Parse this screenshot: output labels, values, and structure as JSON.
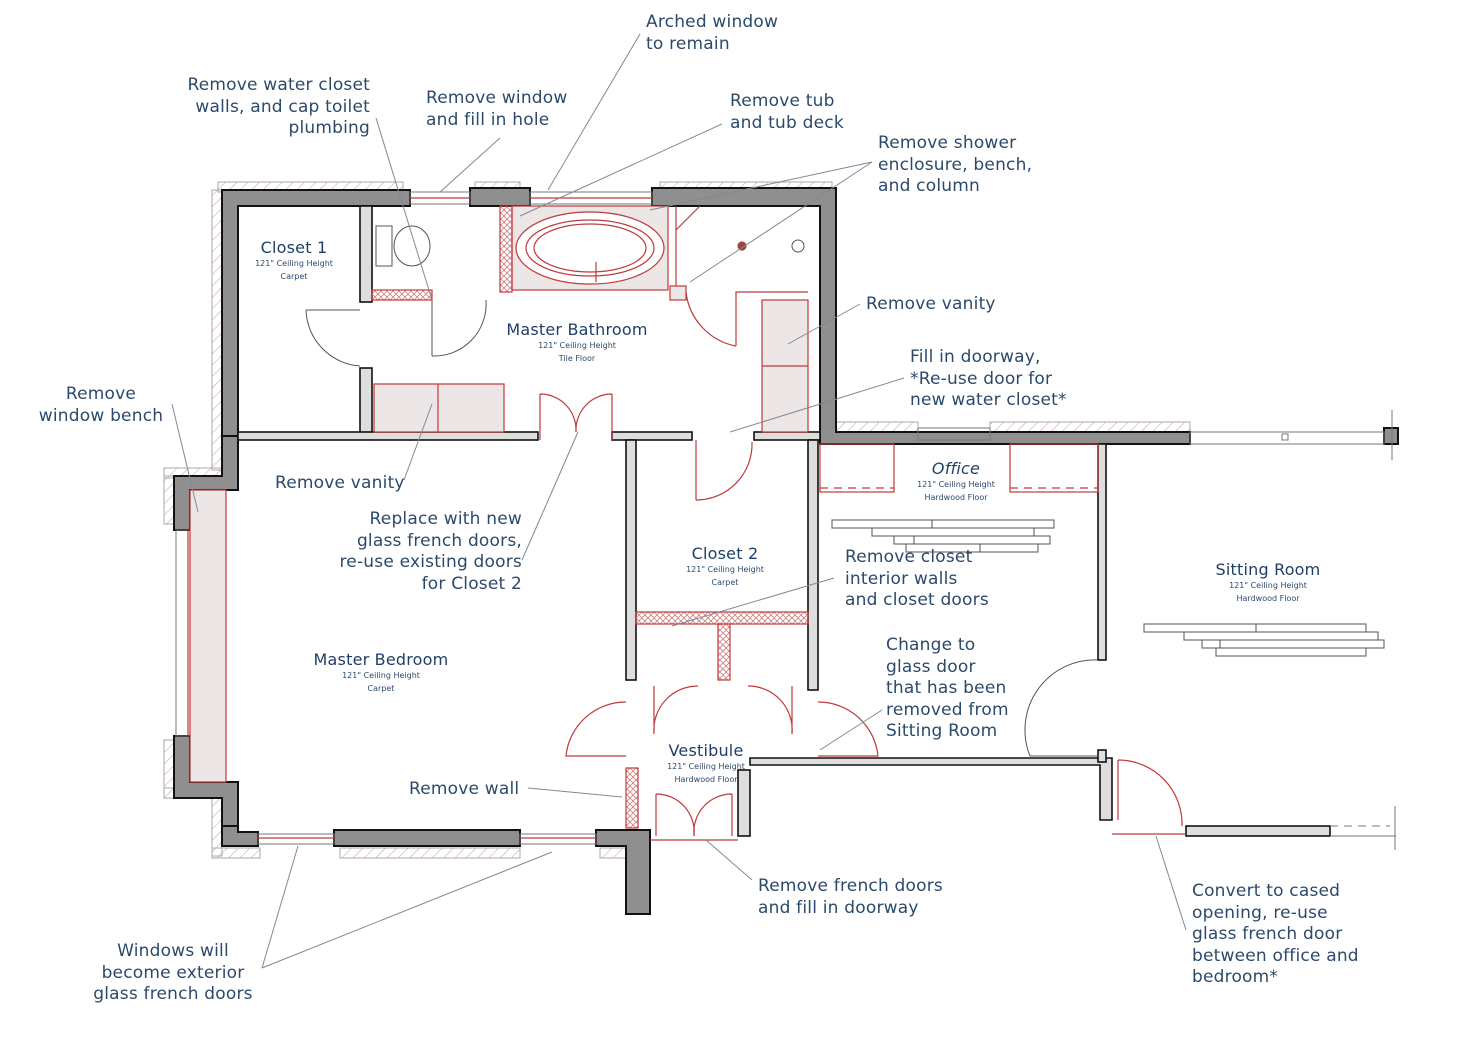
{
  "colors": {
    "text": "#2b4a6b",
    "wall_fill": "#8f8f8f",
    "interior_wall_fill": "#d9d9d9",
    "demo_red": "#c0393b",
    "demo_fill": "#ece6e6",
    "leader": "#7f8a96"
  },
  "rooms": [
    {
      "id": "closet-1",
      "name": "Closet 1",
      "ceiling": "121\" Ceiling Height",
      "floor": "Carpet"
    },
    {
      "id": "master-bathroom",
      "name": "Master Bathroom",
      "ceiling": "121\" Ceiling Height",
      "floor": "Tile Floor"
    },
    {
      "id": "master-bedroom",
      "name": "Master Bedroom",
      "ceiling": "121\" Ceiling Height",
      "floor": "Carpet"
    },
    {
      "id": "closet-2",
      "name": "Closet 2",
      "ceiling": "121\" Ceiling Height",
      "floor": "Carpet"
    },
    {
      "id": "office",
      "name": "Office",
      "ceiling": "121\" Ceiling Height",
      "floor": "Hardwood Floor"
    },
    {
      "id": "sitting-room",
      "name": "Sitting Room",
      "ceiling": "121\" Ceiling Height",
      "floor": "Hardwood Floor"
    },
    {
      "id": "vestibule",
      "name": "Vestibule",
      "ceiling": "121\" Ceiling Height",
      "floor": "Hardwood Floor"
    }
  ],
  "notes": {
    "arched_window": "Arched window\nto remain",
    "remove_wc_walls": "Remove water closet\nwalls, and cap toilet\nplumbing",
    "remove_window_fill": "Remove window\nand fill in hole",
    "remove_tub": "Remove tub\nand tub deck",
    "remove_shower": "Remove shower\nenclosure, bench,\nand column",
    "remove_vanity_bath": "Remove vanity",
    "fill_doorway": "Fill in doorway,\n*Re-use door for\nnew water closet*",
    "remove_window_bench": "Remove\nwindow bench",
    "remove_vanity_bed": "Remove vanity",
    "replace_french_doors": "Replace with new\nglass french doors,\nre-use existing doors\nfor Closet 2",
    "remove_closet_walls": "Remove closet\ninterior walls\nand closet doors",
    "change_glass_door": "Change to\nglass door\nthat has been\nremoved from\nSitting Room",
    "remove_wall": "Remove wall",
    "remove_french_doors": "Remove french doors\nand fill in doorway",
    "windows_french_doors": "Windows will\nbecome exterior\nglass french doors",
    "convert_cased_opening": "Convert to cased\nopening, re-use\nglass french door\nbetween office and\nbedroom*"
  }
}
